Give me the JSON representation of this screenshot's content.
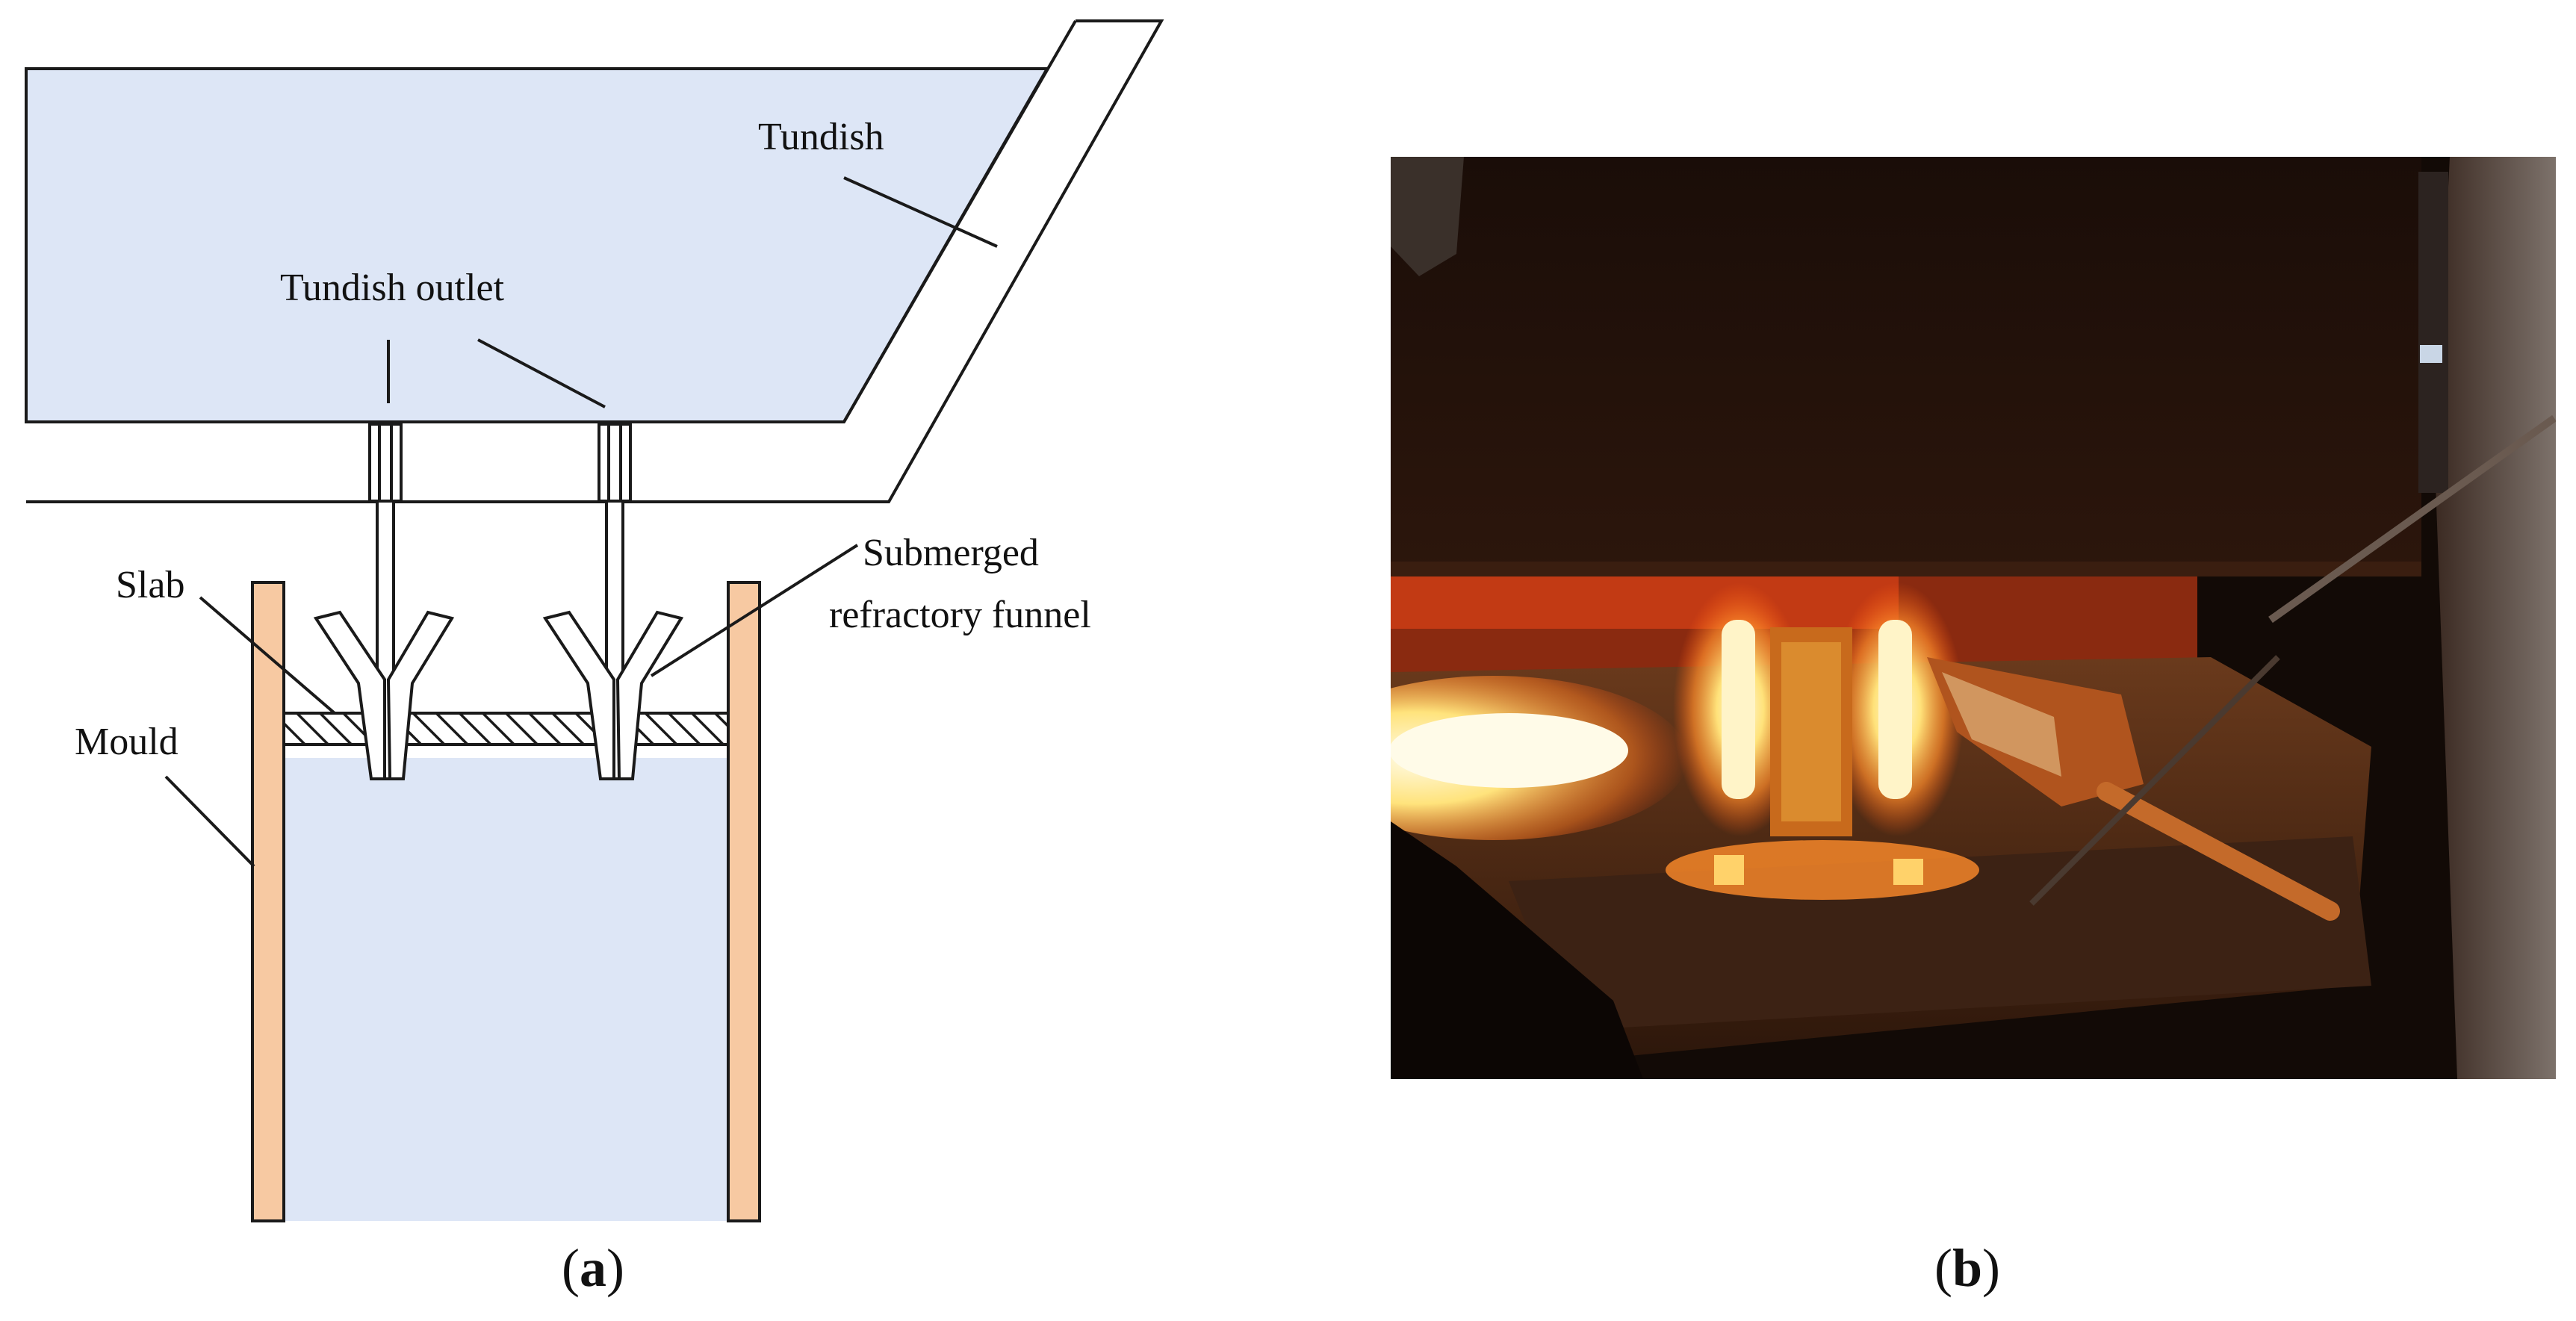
{
  "panel_a": {
    "labels": {
      "tundish": "Tundish",
      "tundish_outlet": "Tundish outlet",
      "submerged_line1": "Submerged",
      "submerged_line2": "refractory funnel",
      "slab": "Slab",
      "mould": "Mould"
    },
    "caption": {
      "open": "(",
      "letter": "a",
      "close": ")"
    },
    "colors": {
      "liquid_fill": "#dde6f6",
      "mould_fill": "#f7c9a2",
      "outline": "#1a1a1a"
    }
  },
  "panel_b": {
    "caption": {
      "open": "(",
      "letter": "b",
      "close": ")"
    },
    "description_icon": "casting-photo",
    "colors": {
      "background": "#120a06",
      "glow": "#ffd15a",
      "hot": "#ff6a1a"
    }
  }
}
